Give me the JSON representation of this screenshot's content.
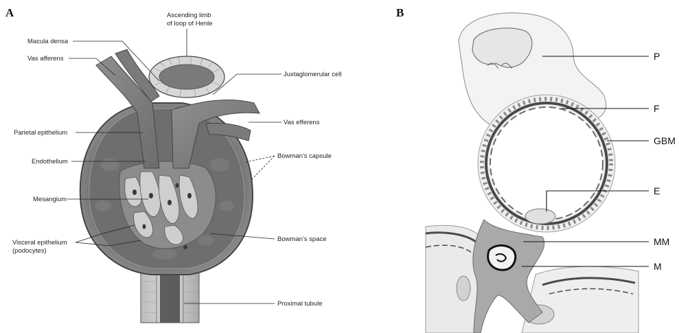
{
  "panels": {
    "A": {
      "letter": "A",
      "labels": {
        "ascending_limb_1": "Ascending limb",
        "ascending_limb_2": "of loop of Henle",
        "macula_densa": "Macula densa",
        "vas_afferens": "Vas afferens",
        "juxtaglomerular": "Juxtaglomerular cell",
        "vas_efferens": "Vas efferens",
        "parietal_epithelium": "Parietal epithelium",
        "bowmans_capsule": "Bowman's capsule",
        "endothelium": "Endothelium",
        "mesangium": "Mesangium",
        "visceral_epithelium_1": "Visceral epithelium",
        "visceral_epithelium_2": "(podocytes)",
        "bowmans_space": "Bowman's space",
        "proximal_tubule": "Proximal tubule"
      }
    },
    "B": {
      "letter": "B",
      "labels": {
        "P": "P",
        "F": "F",
        "GBM": "GBM",
        "E": "E",
        "MM": "MM",
        "M": "M"
      }
    }
  },
  "colors": {
    "ink": "#222222",
    "tissue_light": "#d6d6d6",
    "tissue_mid": "#9a9a9a",
    "tissue_dark": "#5e5e5e",
    "membrane": "#4a4a4a",
    "cell_fill": "#f2f2f2"
  }
}
